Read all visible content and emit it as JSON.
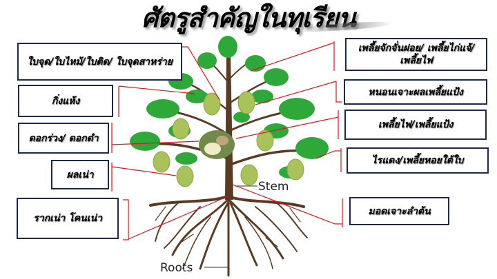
{
  "title": "ศัตรูสำคัญในทุเรียน",
  "left_labels": [
    {
      "id": "leaf",
      "text": "ใบจุด/ใบไหม้/ใบติด/ ใบจุดสาหร่าย"
    },
    {
      "id": "branch",
      "text": "กิ่งแห้ง"
    },
    {
      "id": "flower",
      "text": "ดอกร่วง/ ดอกดำ"
    },
    {
      "id": "fruit",
      "text": "ผลเน่า"
    },
    {
      "id": "root",
      "text": "รากเน่า โคนเน่า"
    }
  ],
  "right_labels": [
    {
      "id": "psyllid",
      "text": "เพลี้ยจักจั่นฝอย/ เพลี้ยไก่แจ้/เพลี้ยไฟ"
    },
    {
      "id": "borer",
      "text": "หนอนเจาะผลเพลี้ยแป้ง"
    },
    {
      "id": "thrips",
      "text": "เพลี้ยไฟ/เพลี้ยแป้ง"
    },
    {
      "id": "mite",
      "text": "ไรแดง/เพลี้ยหอยใต้ใบ"
    },
    {
      "id": "stem_borer",
      "text": "มอดเจาะลำต้น"
    }
  ],
  "tree_labels": {
    "stem": "Stem",
    "roots": "Roots"
  },
  "colors": {
    "leader_line": "#e0141e",
    "box_border": "#1b2a4a",
    "trunk": "#5a3a22",
    "leaf": "#2fa83a",
    "fruit": "#a9c25a"
  }
}
